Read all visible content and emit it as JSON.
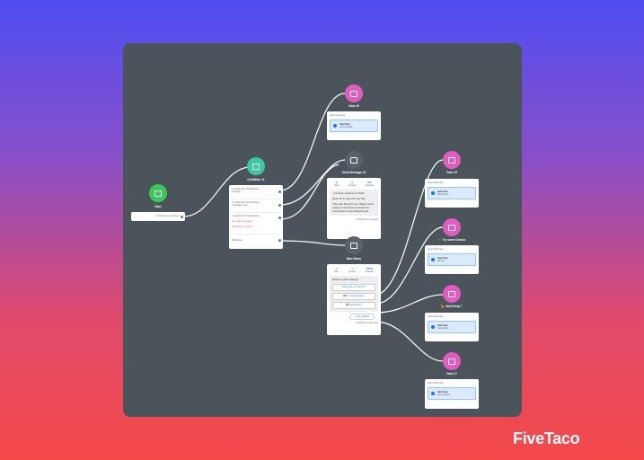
{
  "brand": "FiveTaco",
  "colors": {
    "start": "#3cc65b",
    "condition": "#3cc8a0",
    "goto": "#e05cc0",
    "message": "#59636a",
    "canvas": "#4a545a"
  },
  "start": {
    "label": "Start",
    "continue": "Continue to next step"
  },
  "condition": {
    "label": "Condition #1",
    "rows": [
      {
        "head": "If match all of the following",
        "lines": [
          "Is Admin"
        ]
      },
      {
        "head": "If match all of the following",
        "lines": [
          "Is Student user"
        ]
      },
      {
        "head": "If match all of the following",
        "lines": [
          "First Name is empty",
          "Last Name is empty"
        ]
      },
      {
        "head": "",
        "lines": [
          "Otherwise"
        ]
      }
    ]
  },
  "goto_title": "Goto Sub Flow",
  "sub_flow": "Sub Flow",
  "goto6": {
    "label": "Goto #6",
    "value": "Admin Mode"
  },
  "send_message": {
    "label": "Send Message #3",
    "stats": [
      {
        "v": "0",
        "k": "Sent"
      },
      {
        "v": "0",
        "k": "Unique"
      },
      {
        "v": "0%",
        "k": "Opened"
      }
    ],
    "text": [
      "👋Hi there, welcome to UChat!",
      "Send \"Hi\" to enter the main flow.",
      "If the main flow isn't sent. Please send a couple of more times to activate the conversation on the Facebook side."
    ],
    "continue": "Continue to next step"
  },
  "main_menu": {
    "label": "Main Menu",
    "stats": [
      {
        "v": "1",
        "k": "Sent"
      },
      {
        "v": "1",
        "k": "Unique"
      },
      {
        "v": "100%",
        "k": "Opened"
      }
    ],
    "text": "Welcome, {{First Name}}!",
    "buttons": [
      "What does UChat do?",
      "🎮 Try some Demos",
      "🙋 Need Help?"
    ],
    "quick": "+ Get updates",
    "continue": "Continue to next step"
  },
  "goto5": {
    "label": "Goto #5",
    "value": "What does"
  },
  "demos": {
    "label": "🎮 Try some Demos",
    "value": "Demos"
  },
  "help": {
    "label": "🙋 Need Help ?",
    "value": "Need Help"
  },
  "goto7": {
    "label": "Goto #7",
    "value": "Get updates"
  }
}
